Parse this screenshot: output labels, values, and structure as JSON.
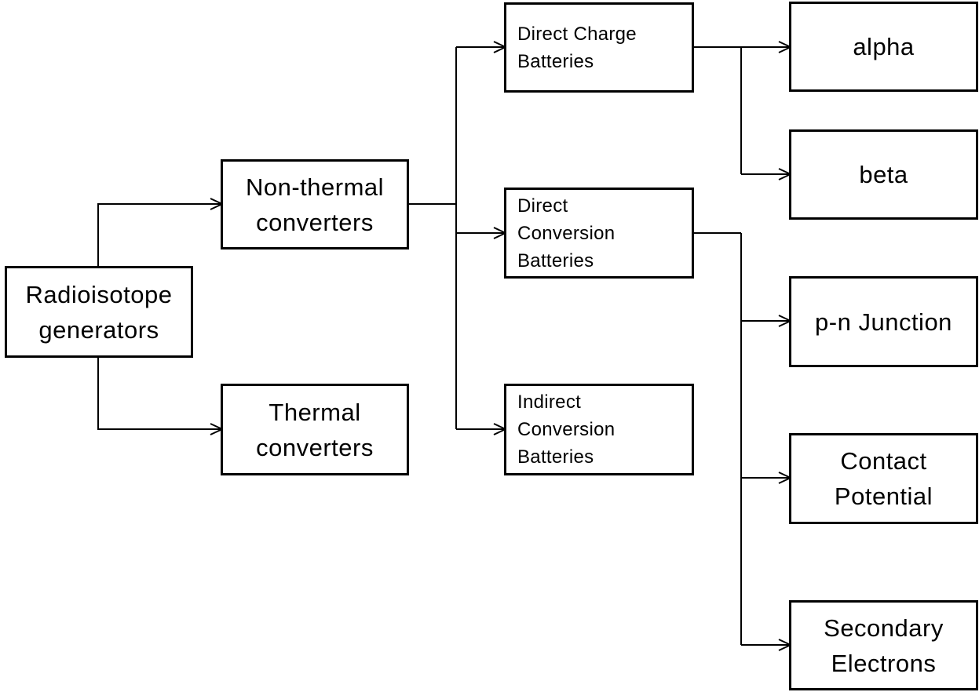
{
  "nodes": {
    "radioisotope": "Radioisotope generators",
    "nonthermal": "Non-thermal converters",
    "thermal": "Thermal converters",
    "direct_charge": "Direct Charge Batteries",
    "direct_conversion": "Direct Conversion Batteries",
    "indirect_conversion": "Indirect Conversion Batteries",
    "alpha": "alpha",
    "beta": "beta",
    "pn_junction": "p-n Junction",
    "contact_potential": "Contact Potential",
    "secondary_electrons": "Secondary Electrons"
  },
  "edges": [
    {
      "from": "radioisotope",
      "to": "nonthermal"
    },
    {
      "from": "radioisotope",
      "to": "thermal"
    },
    {
      "from": "nonthermal",
      "to": "direct_charge"
    },
    {
      "from": "nonthermal",
      "to": "direct_conversion"
    },
    {
      "from": "nonthermal",
      "to": "indirect_conversion"
    },
    {
      "from": "direct_charge",
      "to": "alpha"
    },
    {
      "from": "direct_charge",
      "to": "beta"
    },
    {
      "from": "direct_conversion",
      "to": "pn_junction"
    },
    {
      "from": "direct_conversion",
      "to": "contact_potential"
    },
    {
      "from": "direct_conversion",
      "to": "secondary_electrons"
    }
  ]
}
